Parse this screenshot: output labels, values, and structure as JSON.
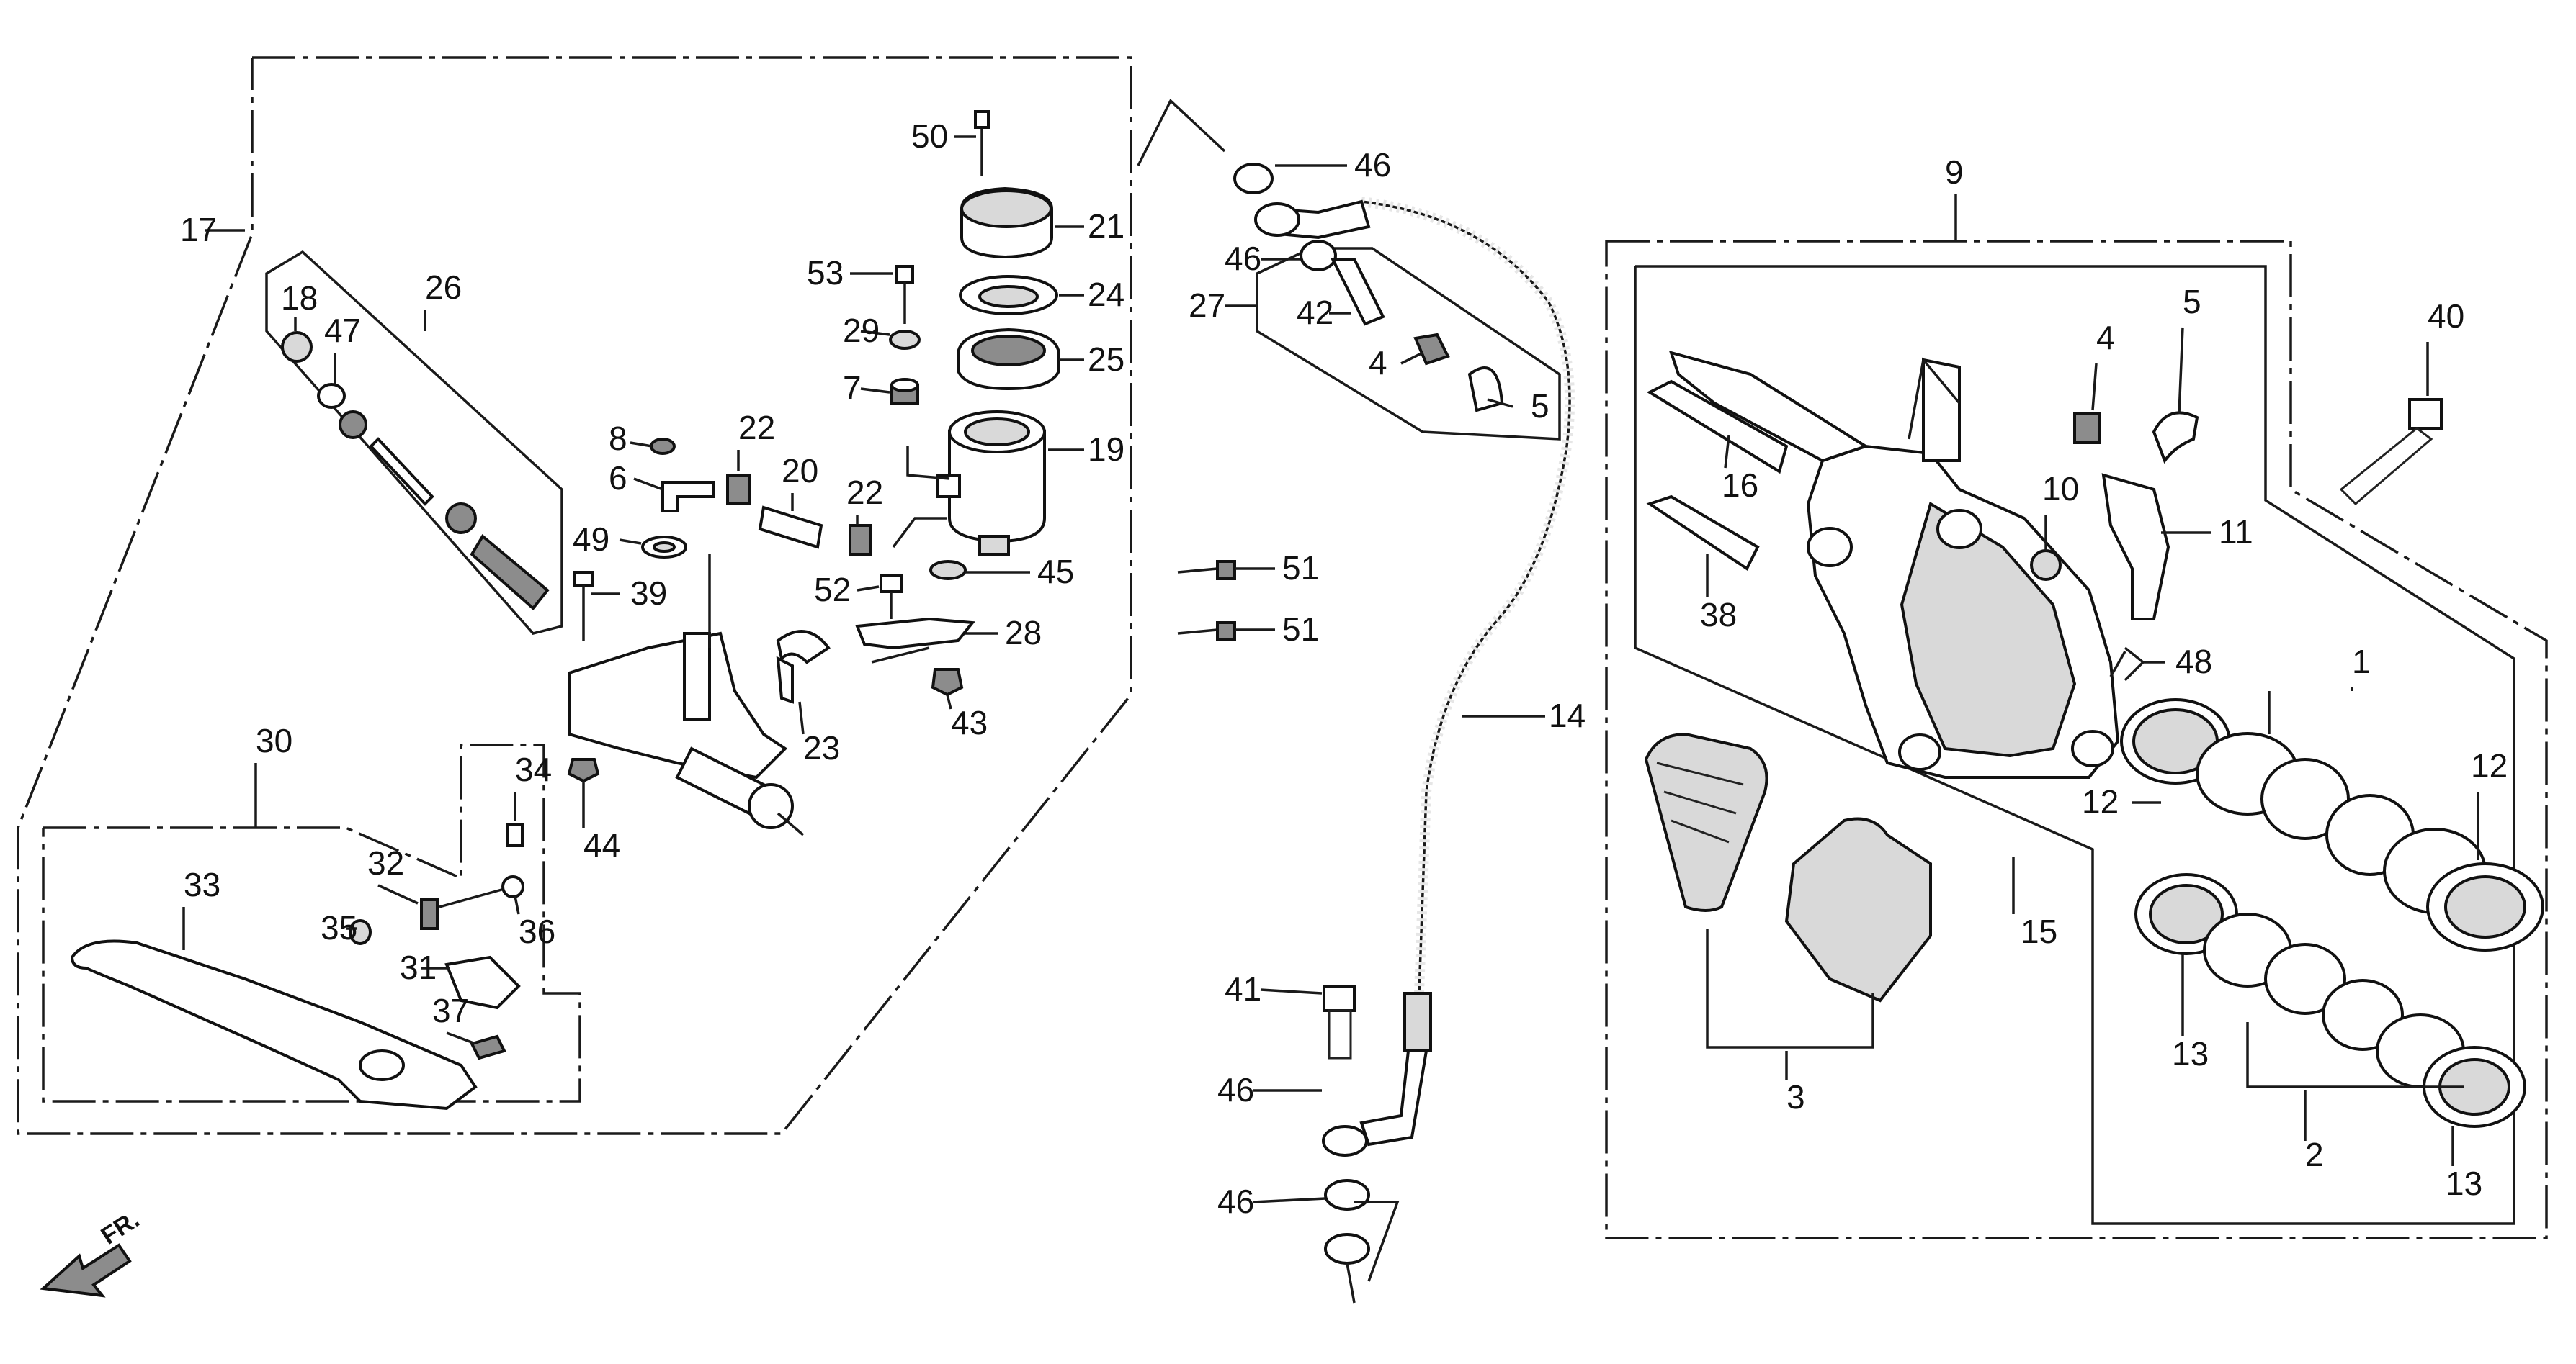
{
  "direction_label": "FR.",
  "callouts": [
    {
      "id": "c1",
      "text": "1"
    },
    {
      "id": "c2",
      "text": "2"
    },
    {
      "id": "c3",
      "text": "3"
    },
    {
      "id": "c4a",
      "text": "4"
    },
    {
      "id": "c4b",
      "text": "4"
    },
    {
      "id": "c5a",
      "text": "5"
    },
    {
      "id": "c5b",
      "text": "5"
    },
    {
      "id": "c6",
      "text": "6"
    },
    {
      "id": "c7",
      "text": "7"
    },
    {
      "id": "c8",
      "text": "8"
    },
    {
      "id": "c9",
      "text": "9"
    },
    {
      "id": "c10",
      "text": "10"
    },
    {
      "id": "c11",
      "text": "11"
    },
    {
      "id": "c12a",
      "text": "12"
    },
    {
      "id": "c12b",
      "text": "12"
    },
    {
      "id": "c13a",
      "text": "13"
    },
    {
      "id": "c13b",
      "text": "13"
    },
    {
      "id": "c14",
      "text": "14"
    },
    {
      "id": "c15",
      "text": "15"
    },
    {
      "id": "c16",
      "text": "16"
    },
    {
      "id": "c17",
      "text": "17"
    },
    {
      "id": "c18",
      "text": "18"
    },
    {
      "id": "c19",
      "text": "19"
    },
    {
      "id": "c20",
      "text": "20"
    },
    {
      "id": "c21",
      "text": "21"
    },
    {
      "id": "c22a",
      "text": "22"
    },
    {
      "id": "c22b",
      "text": "22"
    },
    {
      "id": "c23",
      "text": "23"
    },
    {
      "id": "c24",
      "text": "24"
    },
    {
      "id": "c25",
      "text": "25"
    },
    {
      "id": "c26",
      "text": "26"
    },
    {
      "id": "c27",
      "text": "27"
    },
    {
      "id": "c28",
      "text": "28"
    },
    {
      "id": "c29",
      "text": "29"
    },
    {
      "id": "c30",
      "text": "30"
    },
    {
      "id": "c31",
      "text": "31"
    },
    {
      "id": "c32",
      "text": "32"
    },
    {
      "id": "c33",
      "text": "33"
    },
    {
      "id": "c34",
      "text": "34"
    },
    {
      "id": "c35",
      "text": "35"
    },
    {
      "id": "c36",
      "text": "36"
    },
    {
      "id": "c37",
      "text": "37"
    },
    {
      "id": "c38",
      "text": "38"
    },
    {
      "id": "c39",
      "text": "39"
    },
    {
      "id": "c40",
      "text": "40"
    },
    {
      "id": "c41",
      "text": "41"
    },
    {
      "id": "c42",
      "text": "42"
    },
    {
      "id": "c43",
      "text": "43"
    },
    {
      "id": "c44",
      "text": "44"
    },
    {
      "id": "c45",
      "text": "45"
    },
    {
      "id": "c46a",
      "text": "46"
    },
    {
      "id": "c46b",
      "text": "46"
    },
    {
      "id": "c46c",
      "text": "46"
    },
    {
      "id": "c46d",
      "text": "46"
    },
    {
      "id": "c47",
      "text": "47"
    },
    {
      "id": "c48",
      "text": "48"
    },
    {
      "id": "c49",
      "text": "49"
    },
    {
      "id": "c50",
      "text": "50"
    },
    {
      "id": "c51a",
      "text": "51"
    },
    {
      "id": "c51b",
      "text": "51"
    },
    {
      "id": "c52",
      "text": "52"
    },
    {
      "id": "c53",
      "text": "53"
    }
  ]
}
